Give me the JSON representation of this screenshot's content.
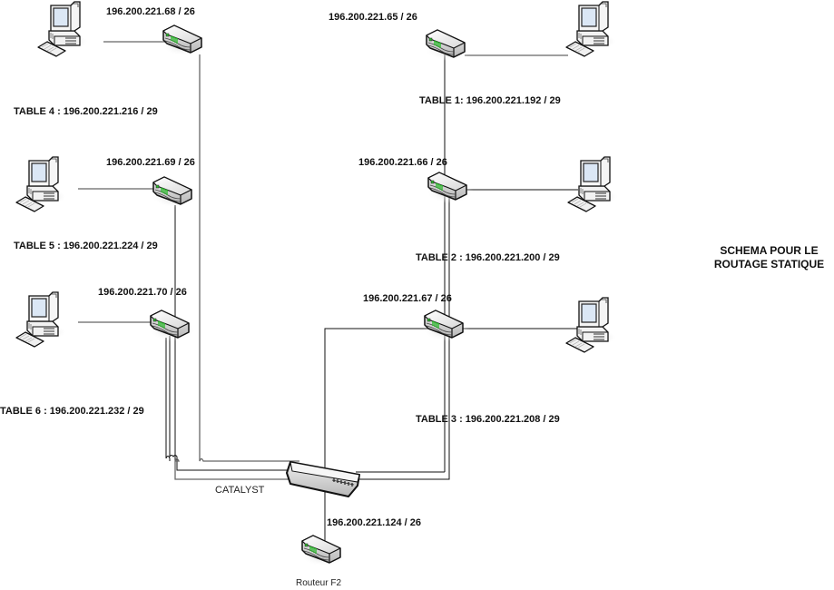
{
  "title": {
    "line1": "SCHEMA POUR LE",
    "line2": "ROUTAGE STATIQUE"
  },
  "routers": [
    {
      "id": "r68",
      "ip": "196.200.221.68 / 26",
      "table": "TABLE 4 : 196.200.221.216 / 29"
    },
    {
      "id": "r69",
      "ip": "196.200.221.69 / 26",
      "table": "TABLE 5 : 196.200.221.224 / 29"
    },
    {
      "id": "r70",
      "ip": "196.200.221.70 / 26",
      "table": "TABLE 6 : 196.200.221.232 / 29"
    },
    {
      "id": "r65",
      "ip": "196.200.221.65 / 26",
      "table": "TABLE 1: 196.200.221.192 / 29"
    },
    {
      "id": "r66",
      "ip": "196.200.221.66 / 26",
      "table": "TABLE 2 : 196.200.221.200 / 29"
    },
    {
      "id": "r67",
      "ip": "196.200.221.67 / 26",
      "table": "TABLE 3 : 196.200.221.208 / 29"
    }
  ],
  "switch": {
    "label": "CATALYST"
  },
  "core_router": {
    "label": "Routeur F2",
    "ip": "196.200.221.124 / 26"
  },
  "colors": {
    "router_led": "#2db82d",
    "link_gray": "#666666",
    "link_black": "#111111"
  }
}
